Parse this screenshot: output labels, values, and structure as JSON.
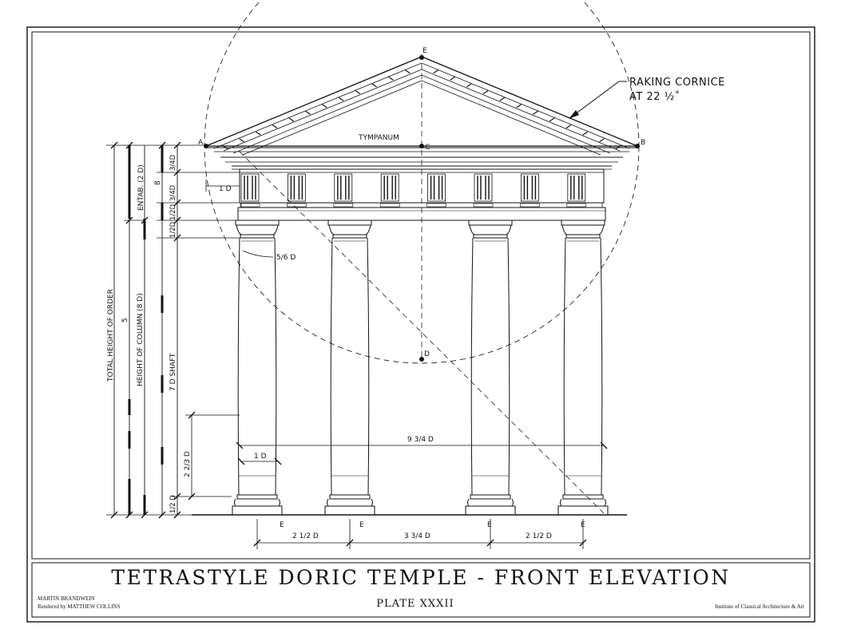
{
  "title_block": {
    "title": "TETRASTYLE DORIC TEMPLE - FRONT ELEVATION",
    "plate": "PLATE XXXII",
    "author": "MARTIN BRANDWEIN",
    "renderer": "Rendered by MATTHEW COLLINS",
    "institute": "Institute of Classical Architecture & Art"
  },
  "callouts": {
    "raking_cornice_line1": "RAKING CORNICE",
    "raking_cornice_line2": "AT 22 ½˚",
    "tympanum": "TYMPANUM"
  },
  "points": {
    "a": "A",
    "b": "B",
    "c": "C",
    "d": "D",
    "e_top": "E"
  },
  "dimensions": {
    "total_height": "TOTAL HEIGHT OF ORDER",
    "total_height_value": "5",
    "height_column": "HEIGHT OF COLUMN (8 D)",
    "entab": "ENTAB. (2 D)",
    "eight": "8",
    "three_quarter_top": "3/4D",
    "three_quarter_mid": "3/4D",
    "half_d_architrave": "1/2D",
    "half_d_capital": "1/2D",
    "shaft": "7 D  SHAFT",
    "half_d_base": "1/2 D",
    "two_thirds": "2 2/3 D",
    "one_d_top": "1 D",
    "five_sixths": "5/6 D",
    "one_d_bottom": "1 D",
    "nine_three_quarter": "9 3/4 D",
    "spacing_1": "2 1/2 D",
    "spacing_2": "3 3/4 D",
    "spacing_3": "2 1/2 D",
    "axis_label": "E"
  }
}
